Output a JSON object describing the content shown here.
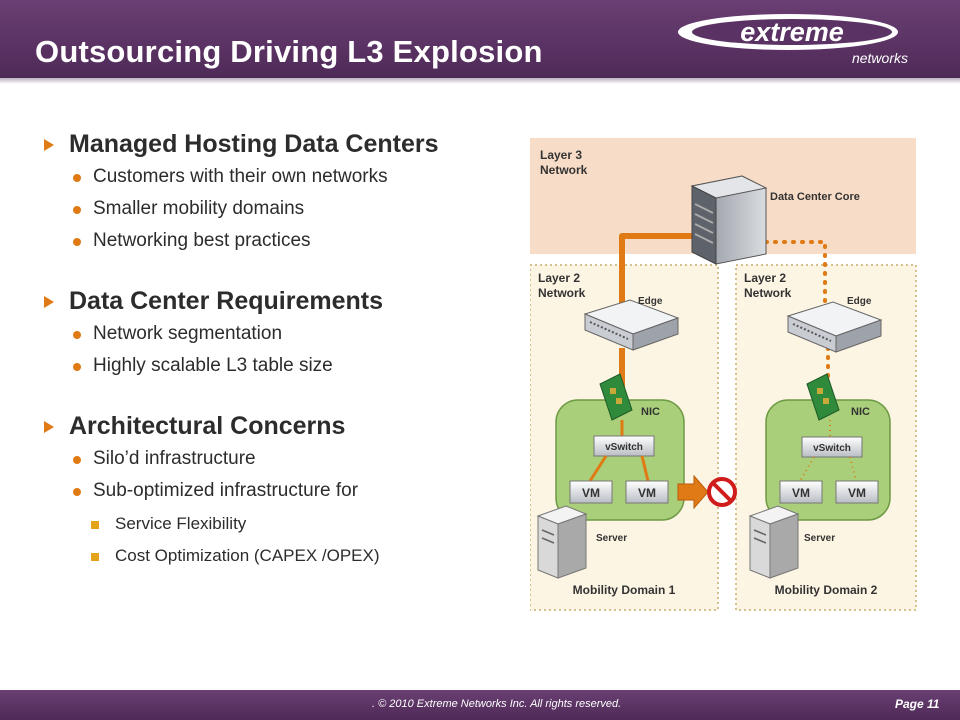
{
  "slide": {
    "title": "Outsourcing Driving L3 Explosion",
    "logo_word": "extreme",
    "logo_sub": "networks",
    "colors": {
      "header": "#5a3263",
      "accent": "#e07a14",
      "layer3_bg": "#f7dcc7",
      "layer2_bg": "#fdf5e3",
      "server_box": "#a9cf7a"
    }
  },
  "bullets": [
    {
      "level": 1,
      "text": "Managed Hosting Data Centers"
    },
    {
      "level": 2,
      "text": "Customers with their own networks"
    },
    {
      "level": 2,
      "text": "Smaller mobility domains"
    },
    {
      "level": 2,
      "text": "Networking best practices"
    },
    {
      "level": 1,
      "text": "Data Center Requirements"
    },
    {
      "level": 2,
      "text": "Network segmentation"
    },
    {
      "level": 2,
      "text": "Highly scalable L3 table size"
    },
    {
      "level": 1,
      "text": "Architectural Concerns"
    },
    {
      "level": 2,
      "text": "Silo’d infrastructure"
    },
    {
      "level": 2,
      "text": "Sub-optimized infrastructure for"
    },
    {
      "level": 3,
      "text": "Service Flexibility"
    },
    {
      "level": 3,
      "text": "Cost Optimization (CAPEX /OPEX)"
    }
  ],
  "diagram": {
    "layer3_line1": "Layer 3",
    "layer3_line2": "Network",
    "core_label": "Data Center Core",
    "domains": [
      {
        "layer_line1": "Layer 2",
        "layer_line2": "Network",
        "edge": "Edge",
        "nic": "NIC",
        "vswitch": "vSwitch",
        "vm_a": "VM",
        "vm_b": "VM",
        "server": "Server",
        "name": "Mobility Domain 1"
      },
      {
        "layer_line1": "Layer 2",
        "layer_line2": "Network",
        "edge": "Edge",
        "nic": "NIC",
        "vswitch": "vSwitch",
        "vm_a": "VM",
        "vm_b": "VM",
        "server": "Server",
        "name": "Mobility Domain 2"
      }
    ]
  },
  "footer": {
    "copyright": ".  © 2010 Extreme Networks Inc.  All rights reserved.",
    "page": "Page 11"
  }
}
